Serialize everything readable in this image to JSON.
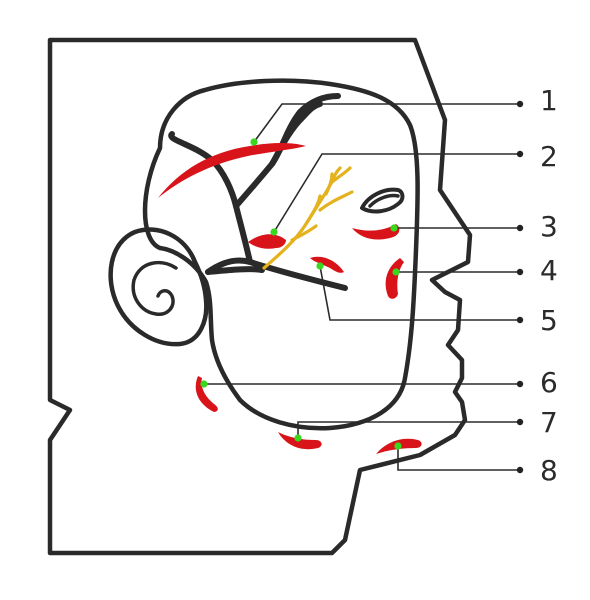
{
  "colors": {
    "background": "#ffffff",
    "head_fill": "#e3d8d2",
    "face_fill": "#e1cbca",
    "outline": "#2a2a2a",
    "lymph_node": "#d8141a",
    "leader_dot": "#39d81f",
    "nerve": "#e3b21c",
    "text": "#2b2b2b"
  },
  "labels": [
    "1",
    "2",
    "3",
    "4",
    "5",
    "6",
    "7",
    "8"
  ]
}
